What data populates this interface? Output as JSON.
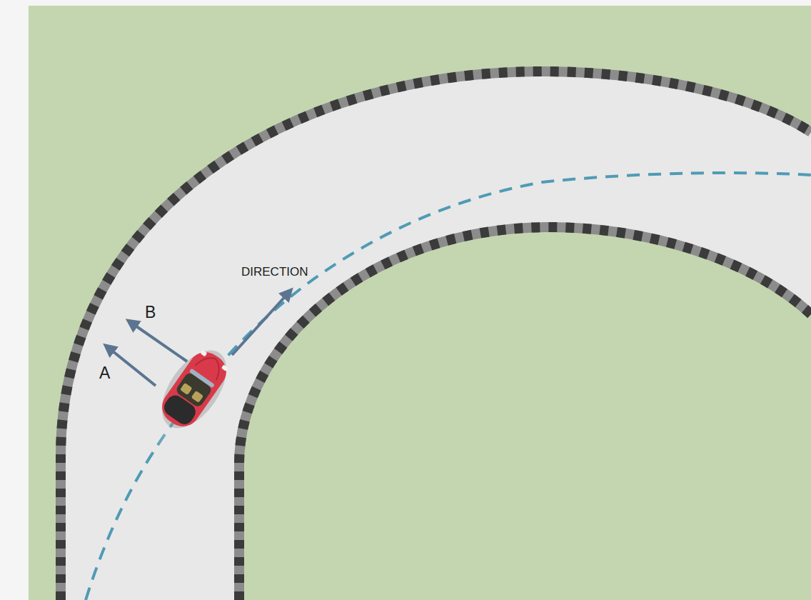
{
  "diagram": {
    "labels": [
      "DIRECTION",
      "B",
      "A"
    ]
  }
}
